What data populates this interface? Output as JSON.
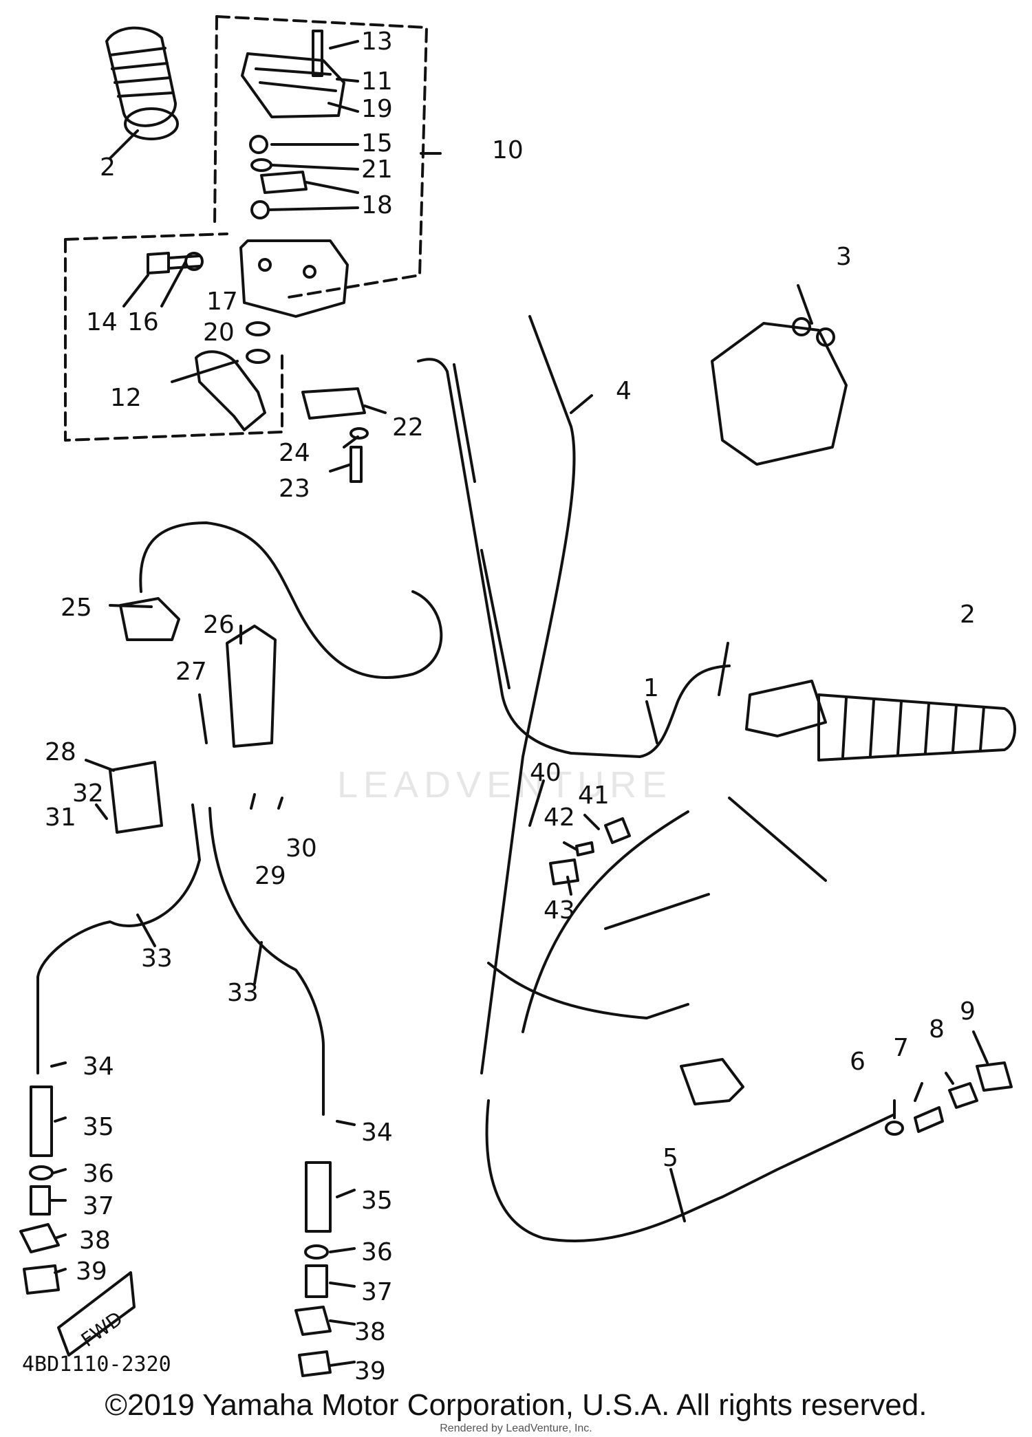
{
  "diagram": {
    "part_code": "4BD1110-2320",
    "watermark": "LEADVENTURE",
    "fwd_label": "FWD",
    "copyright": "©2019 Yamaha Motor Corporation, U.S.A. All rights reserved.",
    "credit": "Rendered by LeadVenture, Inc.",
    "callouts": [
      {
        "id": "c13",
        "label": "13"
      },
      {
        "id": "c11",
        "label": "11"
      },
      {
        "id": "c19",
        "label": "19"
      },
      {
        "id": "c15",
        "label": "15"
      },
      {
        "id": "c21",
        "label": "21"
      },
      {
        "id": "c18",
        "label": "18"
      },
      {
        "id": "c10",
        "label": "10"
      },
      {
        "id": "c2a",
        "label": "2"
      },
      {
        "id": "c14",
        "label": "14"
      },
      {
        "id": "c16",
        "label": "16"
      },
      {
        "id": "c17",
        "label": "17"
      },
      {
        "id": "c20",
        "label": "20"
      },
      {
        "id": "c12",
        "label": "12"
      },
      {
        "id": "c22",
        "label": "22"
      },
      {
        "id": "c24",
        "label": "24"
      },
      {
        "id": "c23",
        "label": "23"
      },
      {
        "id": "c3",
        "label": "3"
      },
      {
        "id": "c4",
        "label": "4"
      },
      {
        "id": "c25",
        "label": "25"
      },
      {
        "id": "c26",
        "label": "26"
      },
      {
        "id": "c27",
        "label": "27"
      },
      {
        "id": "c2b",
        "label": "2"
      },
      {
        "id": "c1",
        "label": "1"
      },
      {
        "id": "c28",
        "label": "28"
      },
      {
        "id": "c31",
        "label": "31"
      },
      {
        "id": "c32",
        "label": "32"
      },
      {
        "id": "c29",
        "label": "29"
      },
      {
        "id": "c30",
        "label": "30"
      },
      {
        "id": "c40",
        "label": "40"
      },
      {
        "id": "c41",
        "label": "41"
      },
      {
        "id": "c42",
        "label": "42"
      },
      {
        "id": "c43",
        "label": "43"
      },
      {
        "id": "c33a",
        "label": "33"
      },
      {
        "id": "c33b",
        "label": "33"
      },
      {
        "id": "c34a",
        "label": "34"
      },
      {
        "id": "c35a",
        "label": "35"
      },
      {
        "id": "c36a",
        "label": "36"
      },
      {
        "id": "c37a",
        "label": "37"
      },
      {
        "id": "c38a",
        "label": "38"
      },
      {
        "id": "c39a",
        "label": "39"
      },
      {
        "id": "c34b",
        "label": "34"
      },
      {
        "id": "c35b",
        "label": "35"
      },
      {
        "id": "c36b",
        "label": "36"
      },
      {
        "id": "c37b",
        "label": "37"
      },
      {
        "id": "c38b",
        "label": "38"
      },
      {
        "id": "c39b",
        "label": "39"
      },
      {
        "id": "c5",
        "label": "5"
      },
      {
        "id": "c6",
        "label": "6"
      },
      {
        "id": "c7",
        "label": "7"
      },
      {
        "id": "c8",
        "label": "8"
      },
      {
        "id": "c9",
        "label": "9"
      }
    ]
  }
}
